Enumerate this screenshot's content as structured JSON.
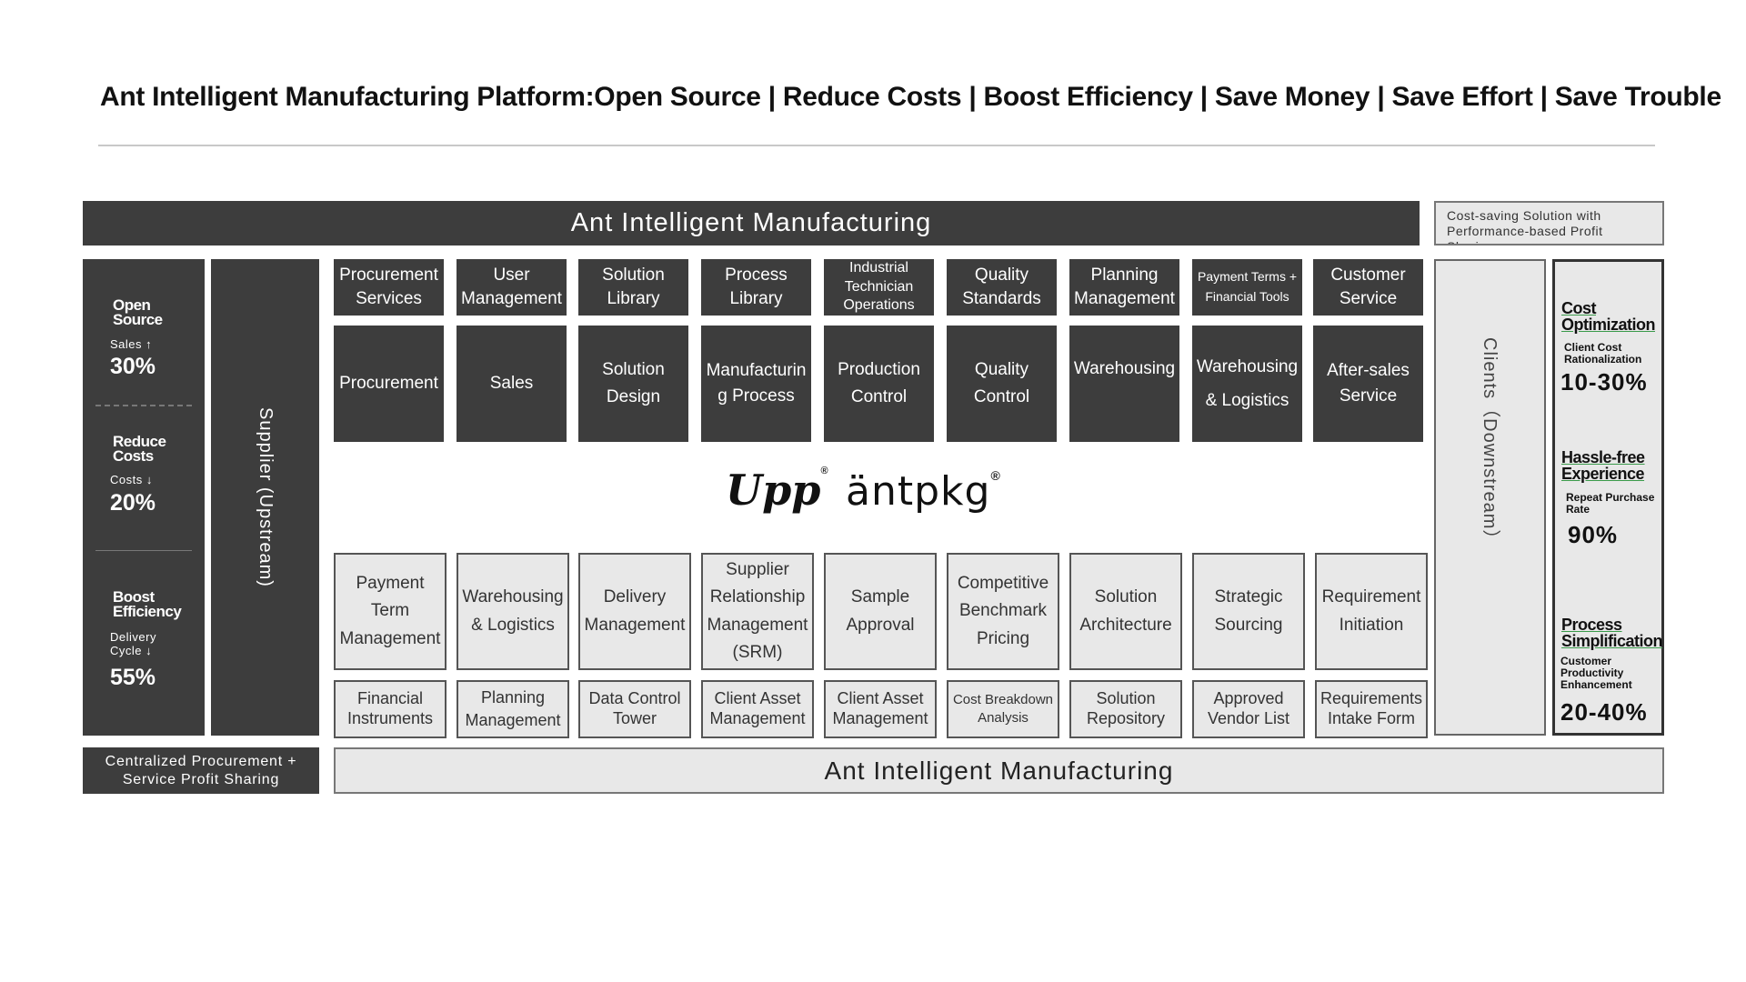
{
  "title": "Ant Intelligent  Manufacturing Platform:Open Source | Reduce Costs | Boost Efficiency | Save Money | Save Effort | Save Trouble",
  "top_banner": "Ant Intelligent  Manufacturing",
  "top_note": "Cost-saving  Solution  with  Performance-based  Profit  Sharing",
  "left_metrics": [
    {
      "label": "Open\nSource",
      "sub": "Sales ↑",
      "value": "30%"
    },
    {
      "label": "Reduce\nCosts",
      "sub": "Costs ↓",
      "value": "20%"
    },
    {
      "label": "Boost\nEfficiency",
      "sub": "Delivery\n    Cycle ↓",
      "value": "55%"
    }
  ],
  "supplier_label": "Supplier (Upstream)",
  "row1": [
    "Procurement\nServices",
    "User\nManagement",
    "Solution\nLibrary",
    "Process\nLibrary",
    "Industrial\nTechnician\nOperations",
    "Quality\nStandards",
    "Planning\nManagement",
    "Payment Terms +\nFinancial Tools",
    "Customer\nService"
  ],
  "row2": [
    "Procurement",
    "Sales",
    "Solution\nDesign",
    "Manufacturin\ng Process",
    "Production\nControl",
    "Quality\nControl",
    "Warehousing",
    "Warehousing\n& Logistics",
    "After-sales\nService"
  ],
  "logos": {
    "upp": "Upp",
    "antpkg": "äntpkg",
    "reg": "®"
  },
  "row3": [
    "Payment Term\nManagement",
    "Warehousing\n& Logistics",
    "Delivery\nManagement",
    "Supplier\nRelationship\nManagement\n(SRM)",
    "Sample\nApproval",
    "Competitive\nBenchmark\nPricing",
    "Solution\nArchitecture",
    "Strategic\nSourcing",
    "Requirement\nInitiation"
  ],
  "row4": [
    "Financial\nInstruments",
    "Planning\nManagement",
    "Data Control\nTower",
    "Client Asset\nManagement",
    "Client Asset\nManagement",
    "Cost Breakdown\nAnalysis",
    "Solution\nRepository",
    "Approved\nVendor List",
    "Requirements\nIntake Form"
  ],
  "clients_label": "Clients（Downstream）",
  "right_metrics": [
    {
      "label": "Cost\nOptimization",
      "sub": "Client Cost\nRationalization",
      "value": "10-30%"
    },
    {
      "label": "Hassle-free\nExperience",
      "sub": "Repeat Purchase\nRate",
      "value": "90%"
    },
    {
      "label": "Process\nSimplification",
      "sub": "Customer\nProductivity\nEnhancement",
      "value": "20-40%"
    }
  ],
  "bottom_left": "Centralized  Procurement  +\nService  Profit  Sharing",
  "bottom_banner": "Ant  Intelligent  Manufacturing"
}
